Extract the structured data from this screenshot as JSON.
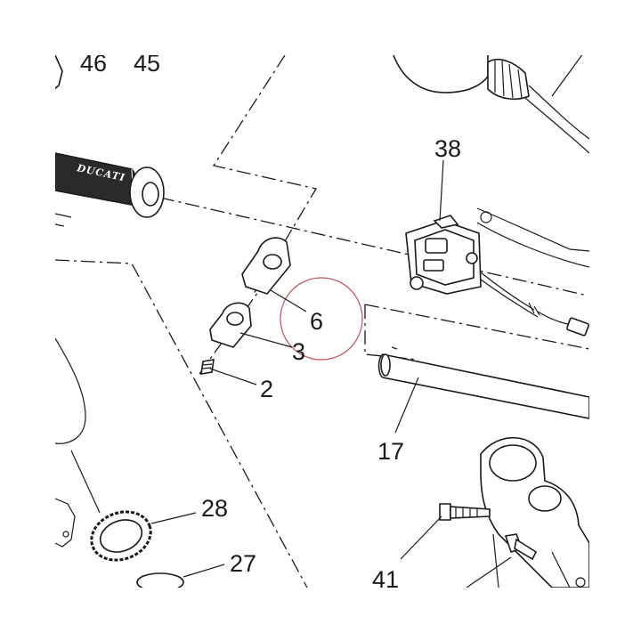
{
  "callouts": {
    "c46": "46",
    "c45": "45",
    "c38": "38",
    "c6": "6",
    "c3": "3",
    "c2": "2",
    "c17": "17",
    "c28": "28",
    "c27": "27",
    "c41": "41"
  },
  "grip_brand": "DUCATI",
  "highlight_color": "#c0505a",
  "line_color": "#1a1a1a"
}
